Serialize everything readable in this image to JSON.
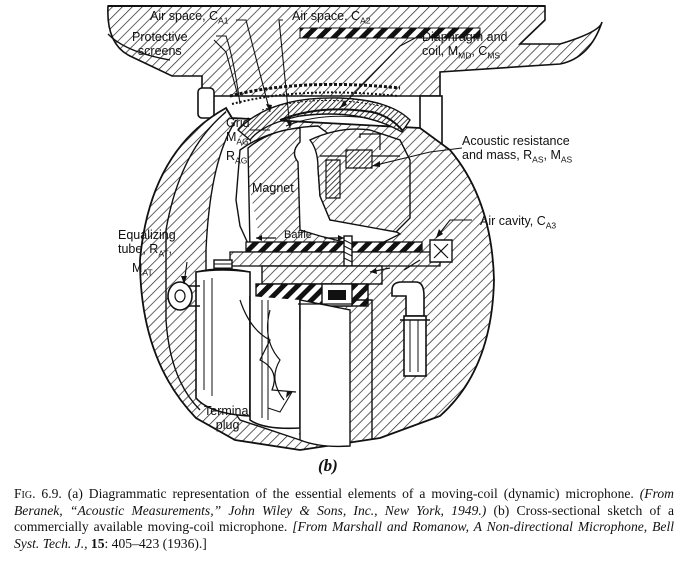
{
  "labels": {
    "air_space_ca1": "Air space, C",
    "air_space_ca1_sub": "A1",
    "air_space_ca2": "Air space, C",
    "air_space_ca2_sub": "A2",
    "protective_screens_1": "Protective",
    "protective_screens_2": "screens",
    "diaphragm_1": "Diaphragm and",
    "diaphragm_2": "coil, M",
    "diaphragm_2_sub1": "MD",
    "diaphragm_2_mid": ", C",
    "diaphragm_2_sub2": "MS",
    "grid": "Grid",
    "grid_m": "M",
    "grid_m_sub": "AG",
    "grid_r": "R",
    "grid_r_sub": "AG",
    "magnet": "Magnet",
    "acoustic_1": "Acoustic resistance",
    "acoustic_2": "and mass, R",
    "acoustic_2_sub1": "AS",
    "acoustic_2_mid": ", M",
    "acoustic_2_sub2": "AS",
    "air_cavity": "Air cavity, C",
    "air_cavity_sub": "A3",
    "baffle": "Baffle",
    "equalizing_1": "Equalizing",
    "equalizing_2": "tube, R",
    "equalizing_2_sub": "AT",
    "equalizing_3": "M",
    "equalizing_3_sub": "AT",
    "terminal_1": "Terminal",
    "terminal_2": "plug"
  },
  "panel_letter": "(b)",
  "caption": {
    "fig_label": "Fig. 6.9.",
    "part_a_marker": "(a)",
    "part_a_text": "Diagrammatic representation of the essential elements of a moving-coil (dynamic) microphone.",
    "part_a_source": "(From Beranek, “Acoustic Measurements,” John Wiley & Sons, Inc., New York, 1949.)",
    "part_b_marker": "(b)",
    "part_b_text": "Cross-sectional sketch of a commercially available moving-coil microphone.",
    "part_b_source": "[From Marshall and Romanow, A Non-directional Microphone, Bell Syst. Tech. J.,",
    "part_b_volume": "15",
    "part_b_pages": ": 405–423 (1936).]"
  }
}
